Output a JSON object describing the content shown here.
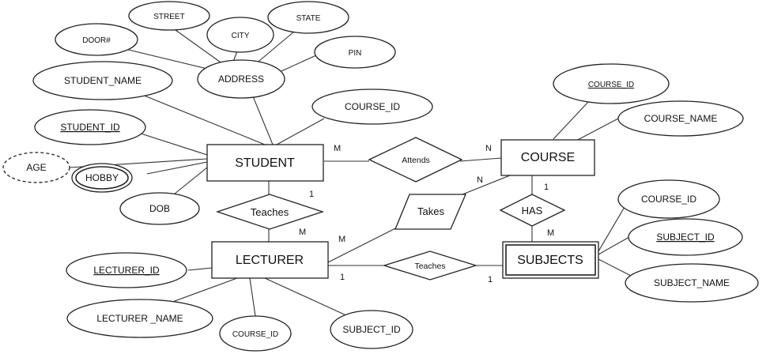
{
  "diagram": {
    "attributes": {
      "door": "DOOR#",
      "street": "STREET",
      "city": "CITY",
      "state": "STATE",
      "pin": "PIN",
      "address": "ADDRESS",
      "student_name": "STUDENT_NAME",
      "student_course_id": "COURSE_ID",
      "student_id": "STUDENT_ID",
      "age": "AGE",
      "hobby": "HOBBY",
      "dob": "DOB",
      "course_course_id": "COURSE_ID",
      "course_name": "COURSE_NAME",
      "subjects_course_id": "COURSE_ID",
      "subject_id": "SUBJECT_ID",
      "subject_name": "SUBJECT_NAME",
      "lecturer_id": "LECTURER_ID",
      "lecturer_name": "LECTURER _NAME",
      "lecturer_course_id": "COURSE_ID",
      "lecturer_subject_id": "SUBJECT_ID"
    },
    "entities": {
      "student": "STUDENT",
      "course": "COURSE",
      "lecturer": "LECTURER",
      "subjects": "SUBJECTS"
    },
    "relationships": {
      "attends": "Attends",
      "teaches_student": "Teaches",
      "takes": "Takes",
      "has": "HAS",
      "teaches_subjects": "Teaches"
    },
    "cardinalities": {
      "attends_student": "M",
      "attends_course": "N",
      "teaches_student": "1",
      "teaches_lecturer": "M",
      "takes_lecturer": "M",
      "takes_course": "N",
      "has_course": "1",
      "has_subjects": "M",
      "teaches_sub_lecturer": "1",
      "teaches_sub_subjects": "1"
    },
    "colors": {
      "stroke": "#222222",
      "background": "#ffffff",
      "text": "#111111"
    }
  }
}
